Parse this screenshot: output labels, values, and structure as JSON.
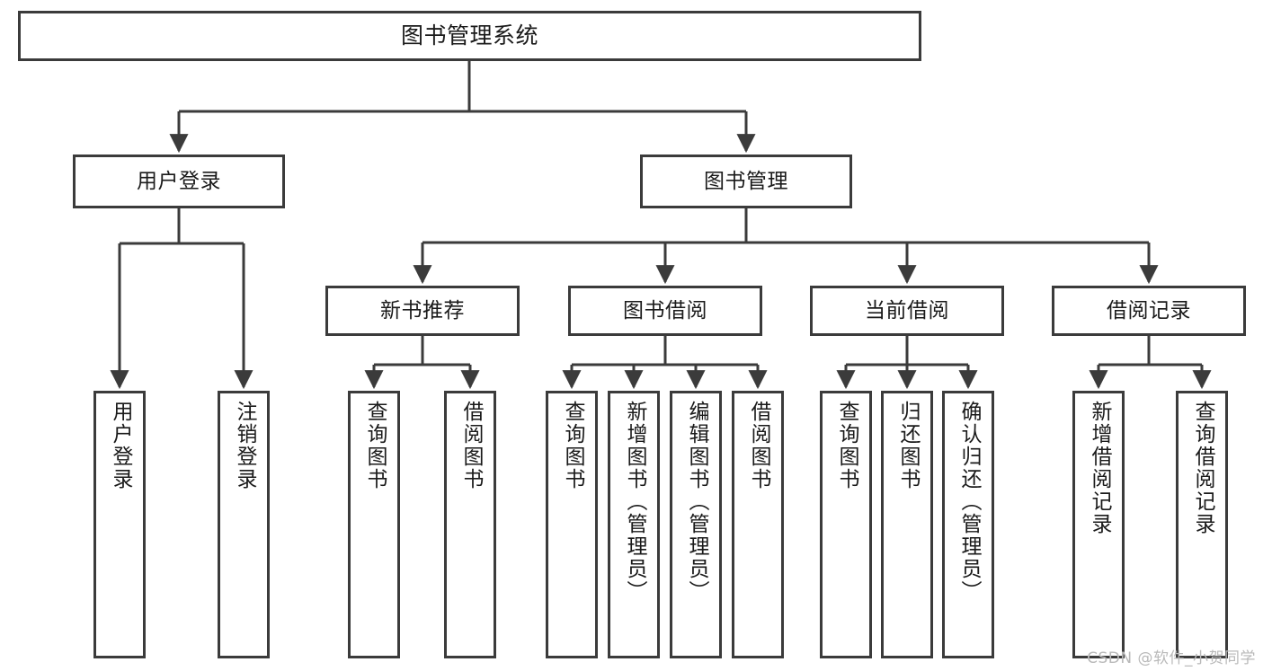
{
  "diagram": {
    "title": "图书管理系统",
    "watermark": "CSDN @软件_小贺同学",
    "colors": {
      "background": "#ffffff",
      "box_border": "#3b3b3b",
      "connector": "#3b3b3b",
      "text": "#1a1a1a",
      "watermark": "#b9b9b9"
    },
    "levels": {
      "root": {
        "label": "图书管理系统"
      },
      "level2": [
        {
          "id": "user-login",
          "label": "用户登录"
        },
        {
          "id": "book-manage",
          "label": "图书管理"
        }
      ],
      "level3": [
        {
          "id": "new-book-recommend",
          "label": "新书推荐"
        },
        {
          "id": "book-borrow",
          "label": "图书借阅"
        },
        {
          "id": "current-borrow",
          "label": "当前借阅"
        },
        {
          "id": "borrow-record",
          "label": "借阅记录"
        }
      ],
      "leaves": [
        {
          "id": "leaf-user-login",
          "label": "用户登录",
          "parent": "user-login"
        },
        {
          "id": "leaf-logout",
          "label": "注销登录",
          "parent": "user-login"
        },
        {
          "id": "leaf-query-book-1",
          "label": "查询图书",
          "parent": "new-book-recommend"
        },
        {
          "id": "leaf-borrow-book-1",
          "label": "借阅图书",
          "parent": "new-book-recommend"
        },
        {
          "id": "leaf-query-book-2",
          "label": "查询图书",
          "parent": "book-borrow"
        },
        {
          "id": "leaf-add-book",
          "label": "新增图书（管理员）",
          "parent": "book-borrow"
        },
        {
          "id": "leaf-edit-book",
          "label": "编辑图书（管理员）",
          "parent": "book-borrow"
        },
        {
          "id": "leaf-borrow-book-2",
          "label": "借阅图书",
          "parent": "book-borrow"
        },
        {
          "id": "leaf-query-book-3",
          "label": "查询图书",
          "parent": "current-borrow"
        },
        {
          "id": "leaf-return-book",
          "label": "归还图书",
          "parent": "current-borrow"
        },
        {
          "id": "leaf-confirm-return",
          "label": "确认归还（管理员）",
          "parent": "current-borrow"
        },
        {
          "id": "leaf-add-record",
          "label": "新增借阅记录",
          "parent": "borrow-record"
        },
        {
          "id": "leaf-query-record",
          "label": "查询借阅记录",
          "parent": "borrow-record"
        }
      ]
    }
  }
}
